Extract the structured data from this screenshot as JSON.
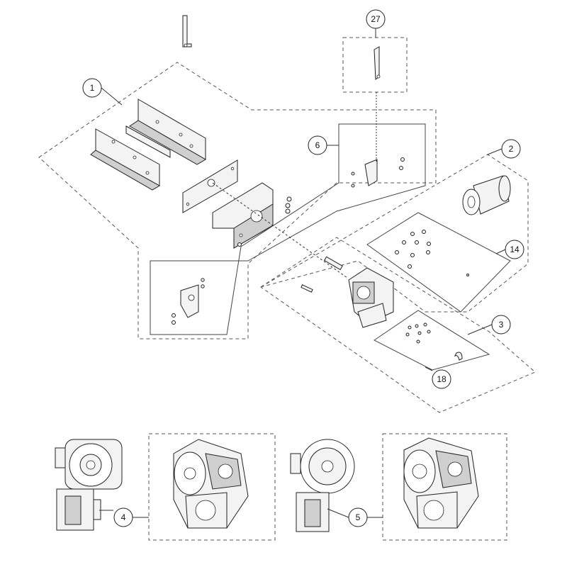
{
  "callouts": {
    "c1": "1",
    "c2": "2",
    "c3": "3",
    "c4": "4",
    "c5": "5",
    "c6": "6",
    "c14": "14",
    "c18": "18",
    "c27": "27"
  },
  "colors": {
    "line": "#222222",
    "dashed_outline": "#555555",
    "part_fill": "#f3f3f3",
    "shade": "#cfcfcf"
  }
}
